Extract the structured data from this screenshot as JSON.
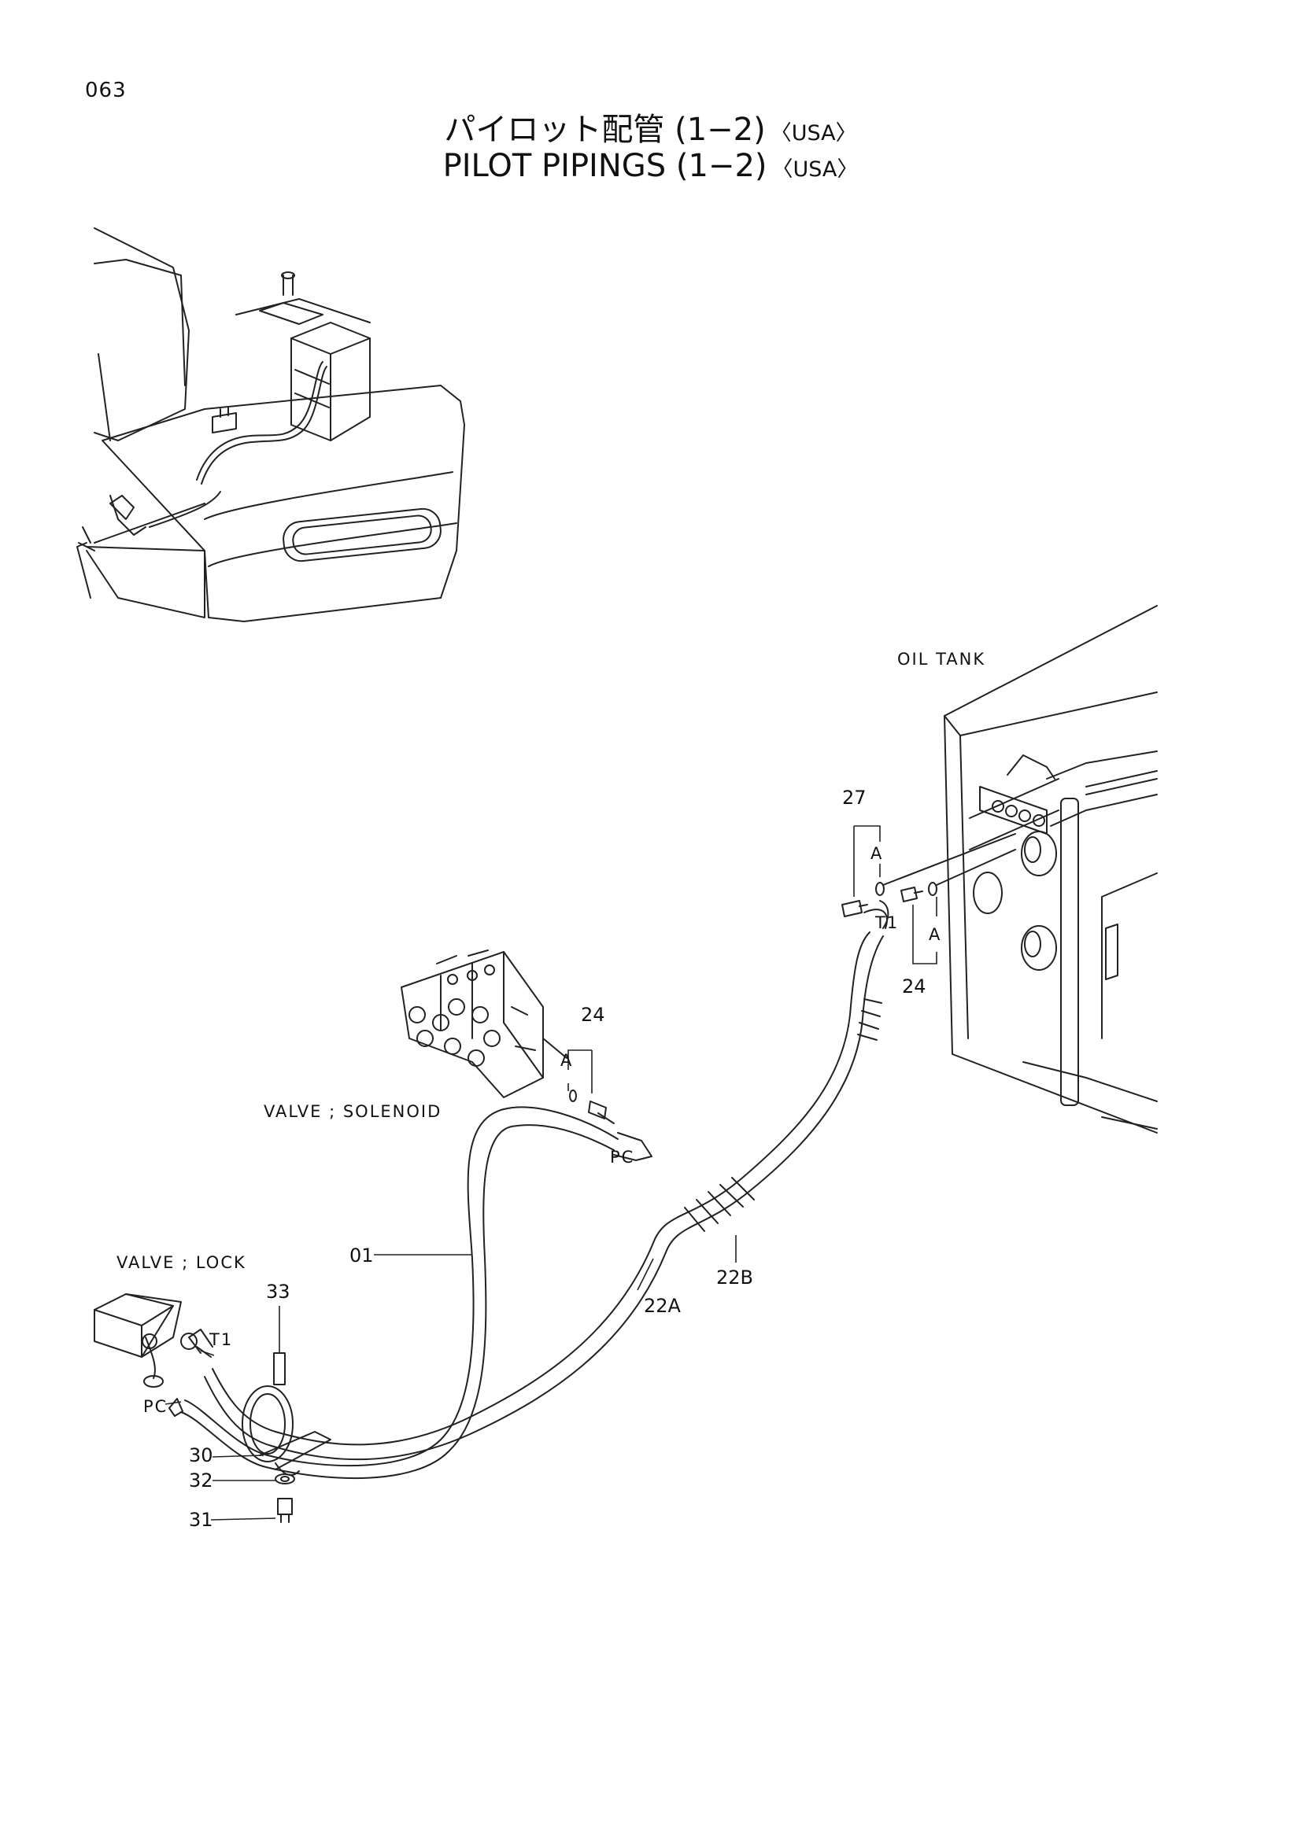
{
  "page_number": "063",
  "title_jp": "パイロット配管 (1−2)",
  "title_jp_suffix": "〈USA〉",
  "title_en": "PILOT PIPINGS (1−2)",
  "title_en_suffix": "〈USA〉",
  "labels": {
    "oil_tank": "OIL TANK",
    "valve_solenoid": "VALVE ; SOLENOID",
    "valve_lock": "VALVE ; LOCK",
    "pc_solenoid": "PC",
    "pc_lock": "PC",
    "t1_tank": "T1",
    "t1_lock": "T1",
    "a_tank_left": "A",
    "a_tank_right": "A",
    "a_solenoid": "A"
  },
  "callouts": {
    "p01": "01",
    "p22a": "22A",
    "p22b": "22B",
    "p24_tank": "24",
    "p24_solenoid": "24",
    "p27": "27",
    "p30": "30",
    "p31": "31",
    "p32": "32",
    "p33": "33"
  }
}
